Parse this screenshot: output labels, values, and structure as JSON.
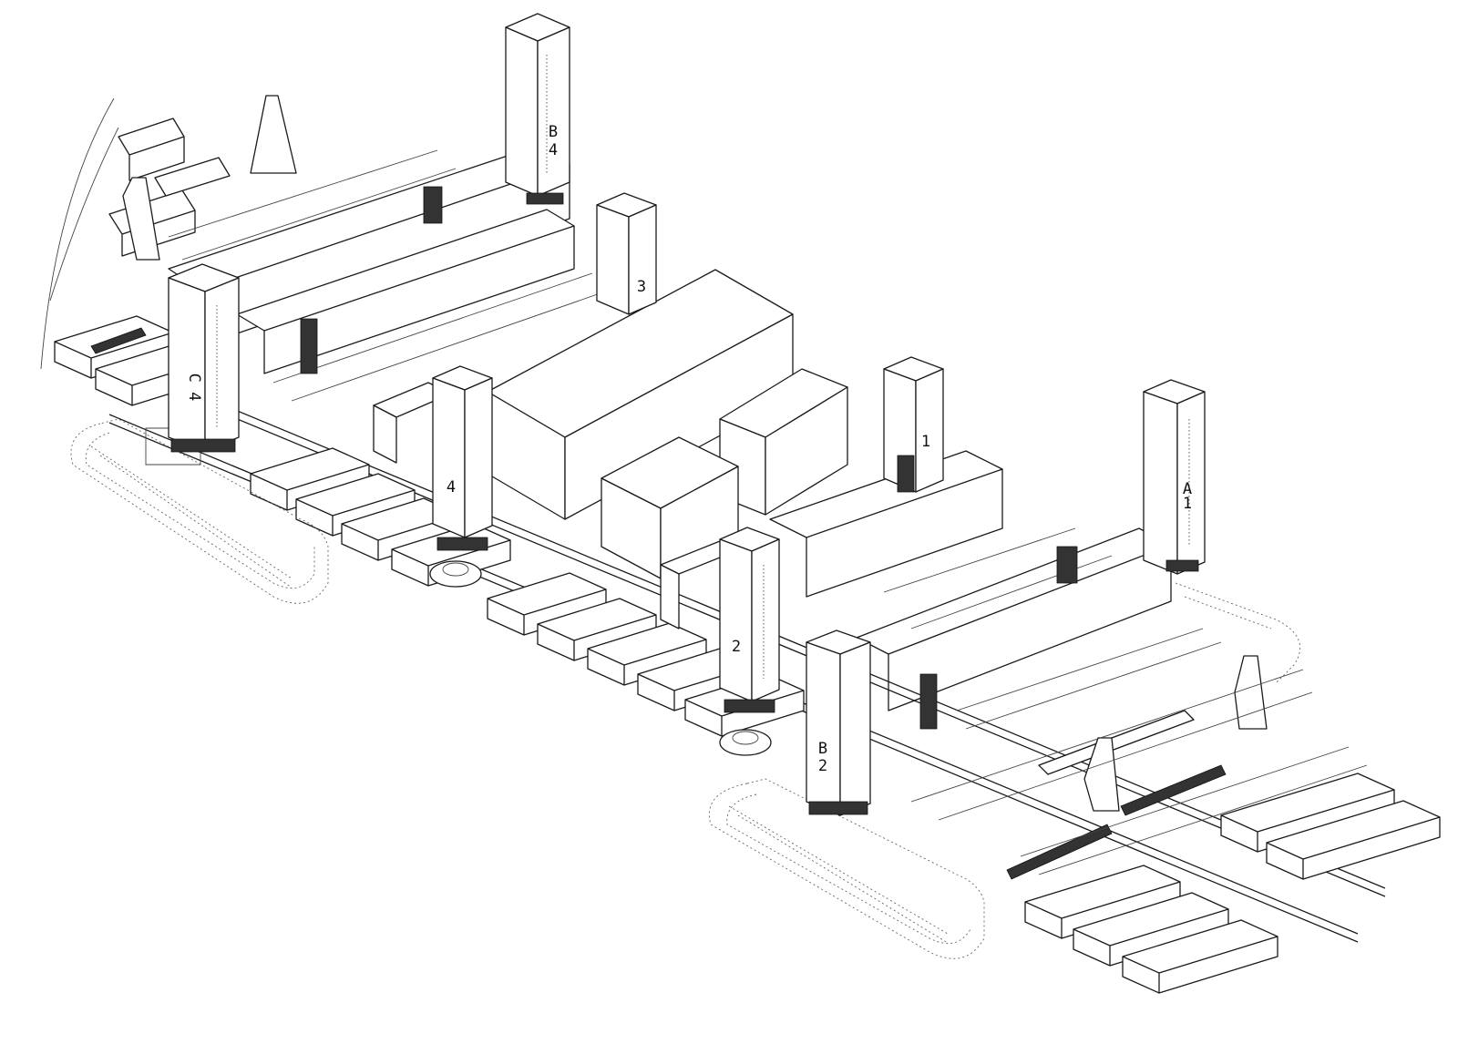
{
  "diagram": {
    "column_labels": {
      "b4_top": "B",
      "b4_bottom": "4",
      "c4": "C 4",
      "col_3": "3",
      "col_1": "1",
      "a1_top": "A",
      "a1_bottom": "1",
      "col_4": "4",
      "col_2": "2",
      "b2_top": "B",
      "b2_bottom": "2"
    },
    "colors": {
      "line": "#1a1a1a",
      "background": "#ffffff"
    }
  }
}
